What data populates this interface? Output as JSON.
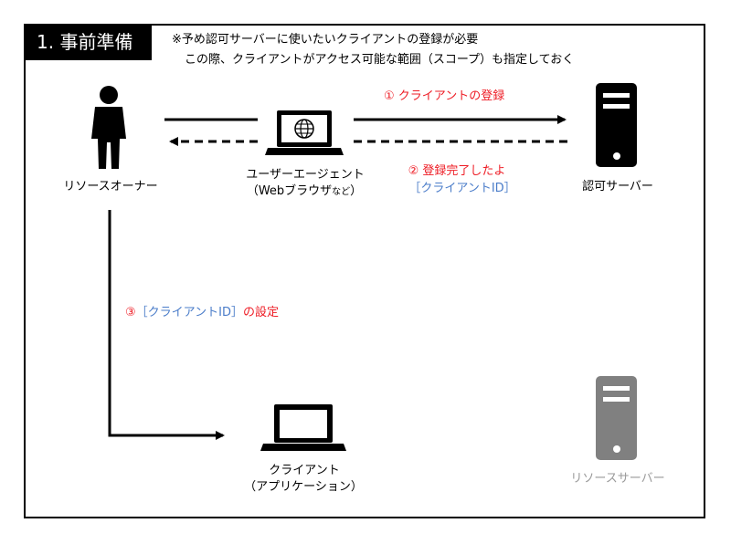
{
  "title": "1. 事前準備",
  "notes": [
    "※予め認可サーバーに使いたいクライアントの登録が必要",
    "この際、クライアントがアクセス可能な範囲（スコープ）も指定しておく"
  ],
  "nodes": {
    "resource_owner": "リソースオーナー",
    "user_agent_line1": "ユーザーエージェント",
    "user_agent_line2_main": "（Webブラウザ",
    "user_agent_line2_small": "など",
    "user_agent_line2_end": "）",
    "auth_server": "認可サーバー",
    "client_line1": "クライアント",
    "client_line2": "（アプリケーション）",
    "resource_server": "リソースサーバー"
  },
  "steps": {
    "step1": "① クライアントの登録",
    "step2_line1": "② 登録完了したよ",
    "step2_line2": "［クライアントID］",
    "step3_num": "③",
    "step3_id": "［クライアントID］",
    "step3_tail": "の設定"
  },
  "colors": {
    "step_text": "#ee1c25",
    "id_text": "#4a7cc9",
    "inactive": "#808080",
    "active": "#000000"
  },
  "icons": [
    "person-icon",
    "laptop-globe-icon",
    "server-icon",
    "laptop-icon",
    "server-icon-inactive"
  ]
}
